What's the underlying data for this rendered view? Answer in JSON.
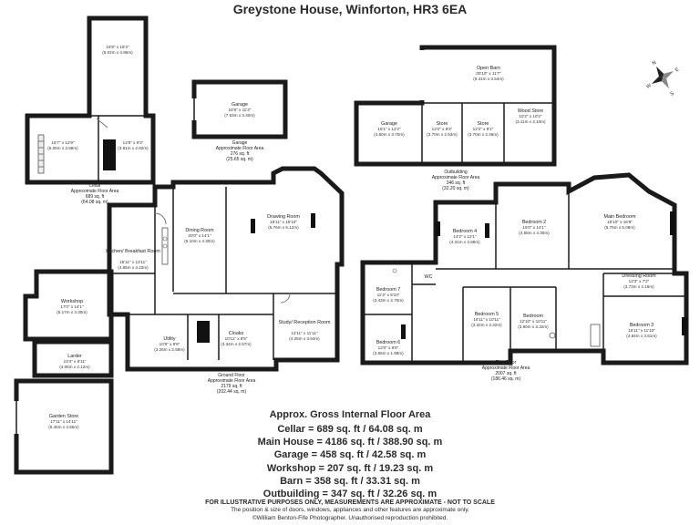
{
  "title": "Greystone House, Winforton, HR3 6EA",
  "floors": {
    "cellar": {
      "rooms": [
        {
          "name": "",
          "dims": "16'6\" x 16'3\"",
          "metric": "(5.02m x 4.95m)"
        },
        {
          "name": "",
          "dims": "16'7\" x 12'9\"",
          "metric": "(5.05m x 3.88m)"
        },
        {
          "name": "",
          "dims": "12'6\" x 9'3\"",
          "metric": "(3.81m x 2.82m)"
        }
      ],
      "label": "Cellar",
      "area_label": "Approximate Floor Area",
      "area_sqft": "689 sq. ft",
      "area_sqm": "(64.08 sq. m)"
    },
    "garage": {
      "room": {
        "name": "Garage",
        "dims": "24'9\" x 11'2\"",
        "metric": "(7.53m x 3.40m)"
      },
      "label": "Garage",
      "area_label": "Approximate Floor Area",
      "area_sqft": "276 sq. ft",
      "area_sqm": "(25.65 sq. m)"
    },
    "ground": {
      "rooms": [
        {
          "name": "Kitchen/ Breakfast Room",
          "dims": "15'11\" x 13'11\"",
          "metric": "(4.85m x 4.23m)"
        },
        {
          "name": "Dining Room",
          "dims": "20'0\" x 14'1\"",
          "metric": "(6.10m x 4.30m)"
        },
        {
          "name": "Drawing Room",
          "dims": "18'11\" x 16'10\"",
          "metric": "(5.76m x 5.12m)"
        },
        {
          "name": "Utility",
          "dims": "10'8\" x 8'6\"",
          "metric": "(3.26m x 2.59m)"
        },
        {
          "name": "Cloaks",
          "dims": "10'11\" x 8'5\"",
          "metric": "(3.34m x 2.57m)"
        },
        {
          "name": "Study/ Reception Room",
          "dims": "13'11\" x 11'11\"",
          "metric": "(4.25m x 3.64m)"
        }
      ],
      "label": "Ground Floor",
      "area_label": "Approximate Floor Area",
      "area_sqft": "2179 sq. ft",
      "area_sqm": "(202.44 sq. m)"
    },
    "outbuildings_left": {
      "rooms": [
        {
          "name": "Workshop",
          "dims": "17'0\" x 14'1\"",
          "metric": "(5.17m x 4.30m)"
        },
        {
          "name": "Larder",
          "dims": "13'4\" x 6'11\"",
          "metric": "(4.06m x 2.12m)"
        },
        {
          "name": "Garden Store",
          "dims": "17'11\" x 14'11\"",
          "metric": "(5.45m x 4.55m)"
        }
      ]
    },
    "outbuilding": {
      "rooms": [
        {
          "name": "Open Barn",
          "dims": "30'10\" x 11'7\"",
          "metric": "(9.41m x 3.54m)"
        },
        {
          "name": "Garage",
          "dims": "15'1\" x 12'2\"",
          "metric": "(4.60m x 3.70m)"
        },
        {
          "name": "Store",
          "dims": "12'2\" x 8'4\"",
          "metric": "(3.70m x 2.53m)"
        },
        {
          "name": "Store",
          "dims": "12'2\" x 8'1\"",
          "metric": "(3.70m x 2.46m)"
        },
        {
          "name": "Wood Store",
          "dims": "10'2\" x 10'2\"",
          "metric": "(3.11m x 3.10m)"
        }
      ],
      "label": "Outbuilding",
      "area_label": "Approximate Floor Area",
      "area_sqft": "346 sq. ft",
      "area_sqm": "(32.20 sq. m)"
    },
    "first": {
      "rooms": [
        {
          "name": "Bedroom 4",
          "dims": "14'2\" x 12'1\"",
          "metric": "(4.31m x 3.68m)"
        },
        {
          "name": "Bedroom 2",
          "dims": "15'0\" x 14'1\"",
          "metric": "(4.58m x 4.30m)"
        },
        {
          "name": "Main Bedroom",
          "dims": "18'10\" x 16'8\"",
          "metric": "(5.75m x 5.08m)"
        },
        {
          "name": "Bedroom 7",
          "dims": "11'3\" x 8'10\"",
          "metric": "(3.43m x 2.70m)"
        },
        {
          "name": "WC",
          "dims": "",
          "metric": ""
        },
        {
          "name": "Bedroom 5",
          "dims": "10'11\" x 10'11\"",
          "metric": "(3.32m x 3.32m)"
        },
        {
          "name": "Bedroom",
          "dims": "12'10\" x 10'11\"",
          "metric": "(3.90m x 3.32m)"
        },
        {
          "name": "Dressing Room",
          "dims": "12'3\" x 7'2\"",
          "metric": "(3.73m x 2.18m)"
        },
        {
          "name": "Bedroom 6",
          "dims": "12'0\" x 6'6\"",
          "metric": "(3.66m x 1.98m)"
        },
        {
          "name": "Bedroom 3",
          "dims": "15'11\" x 11'10\"",
          "metric": "(4.84m x 3.61m)"
        }
      ],
      "label": "First Floor",
      "area_label": "Approximate Floor Area",
      "area_sqft": "2007 sq. ft",
      "area_sqm": "(186.46 sq. m)"
    }
  },
  "compass": {
    "letters": [
      "N",
      "E",
      "S",
      "W"
    ]
  },
  "summary": {
    "heading": "Approx. Gross Internal Floor Area",
    "lines": [
      "Cellar = 689 sq. ft / 64.08 sq. m",
      "Main House = 4186 sq. ft / 388.90 sq. m",
      "Garage = 458 sq. ft / 42.58 sq. m",
      "Workshop = 207 sq. ft / 19.23 sq. m",
      "Barn = 358 sq. ft / 33.31 sq. m",
      "Outbuilding = 347 sq. ft / 32.26 sq. m"
    ]
  },
  "disclaimer": {
    "line1": "FOR ILLUSTRATIVE PURPOSES ONLY, MEASUREMENTS ARE APPROXIMATE - NOT TO SCALE",
    "line2": "The position & size of doors, windows, appliances and other features are approximate only.",
    "line3": "©William Benton-Fife Photographer. Unauthorised reproduction prohibited."
  }
}
